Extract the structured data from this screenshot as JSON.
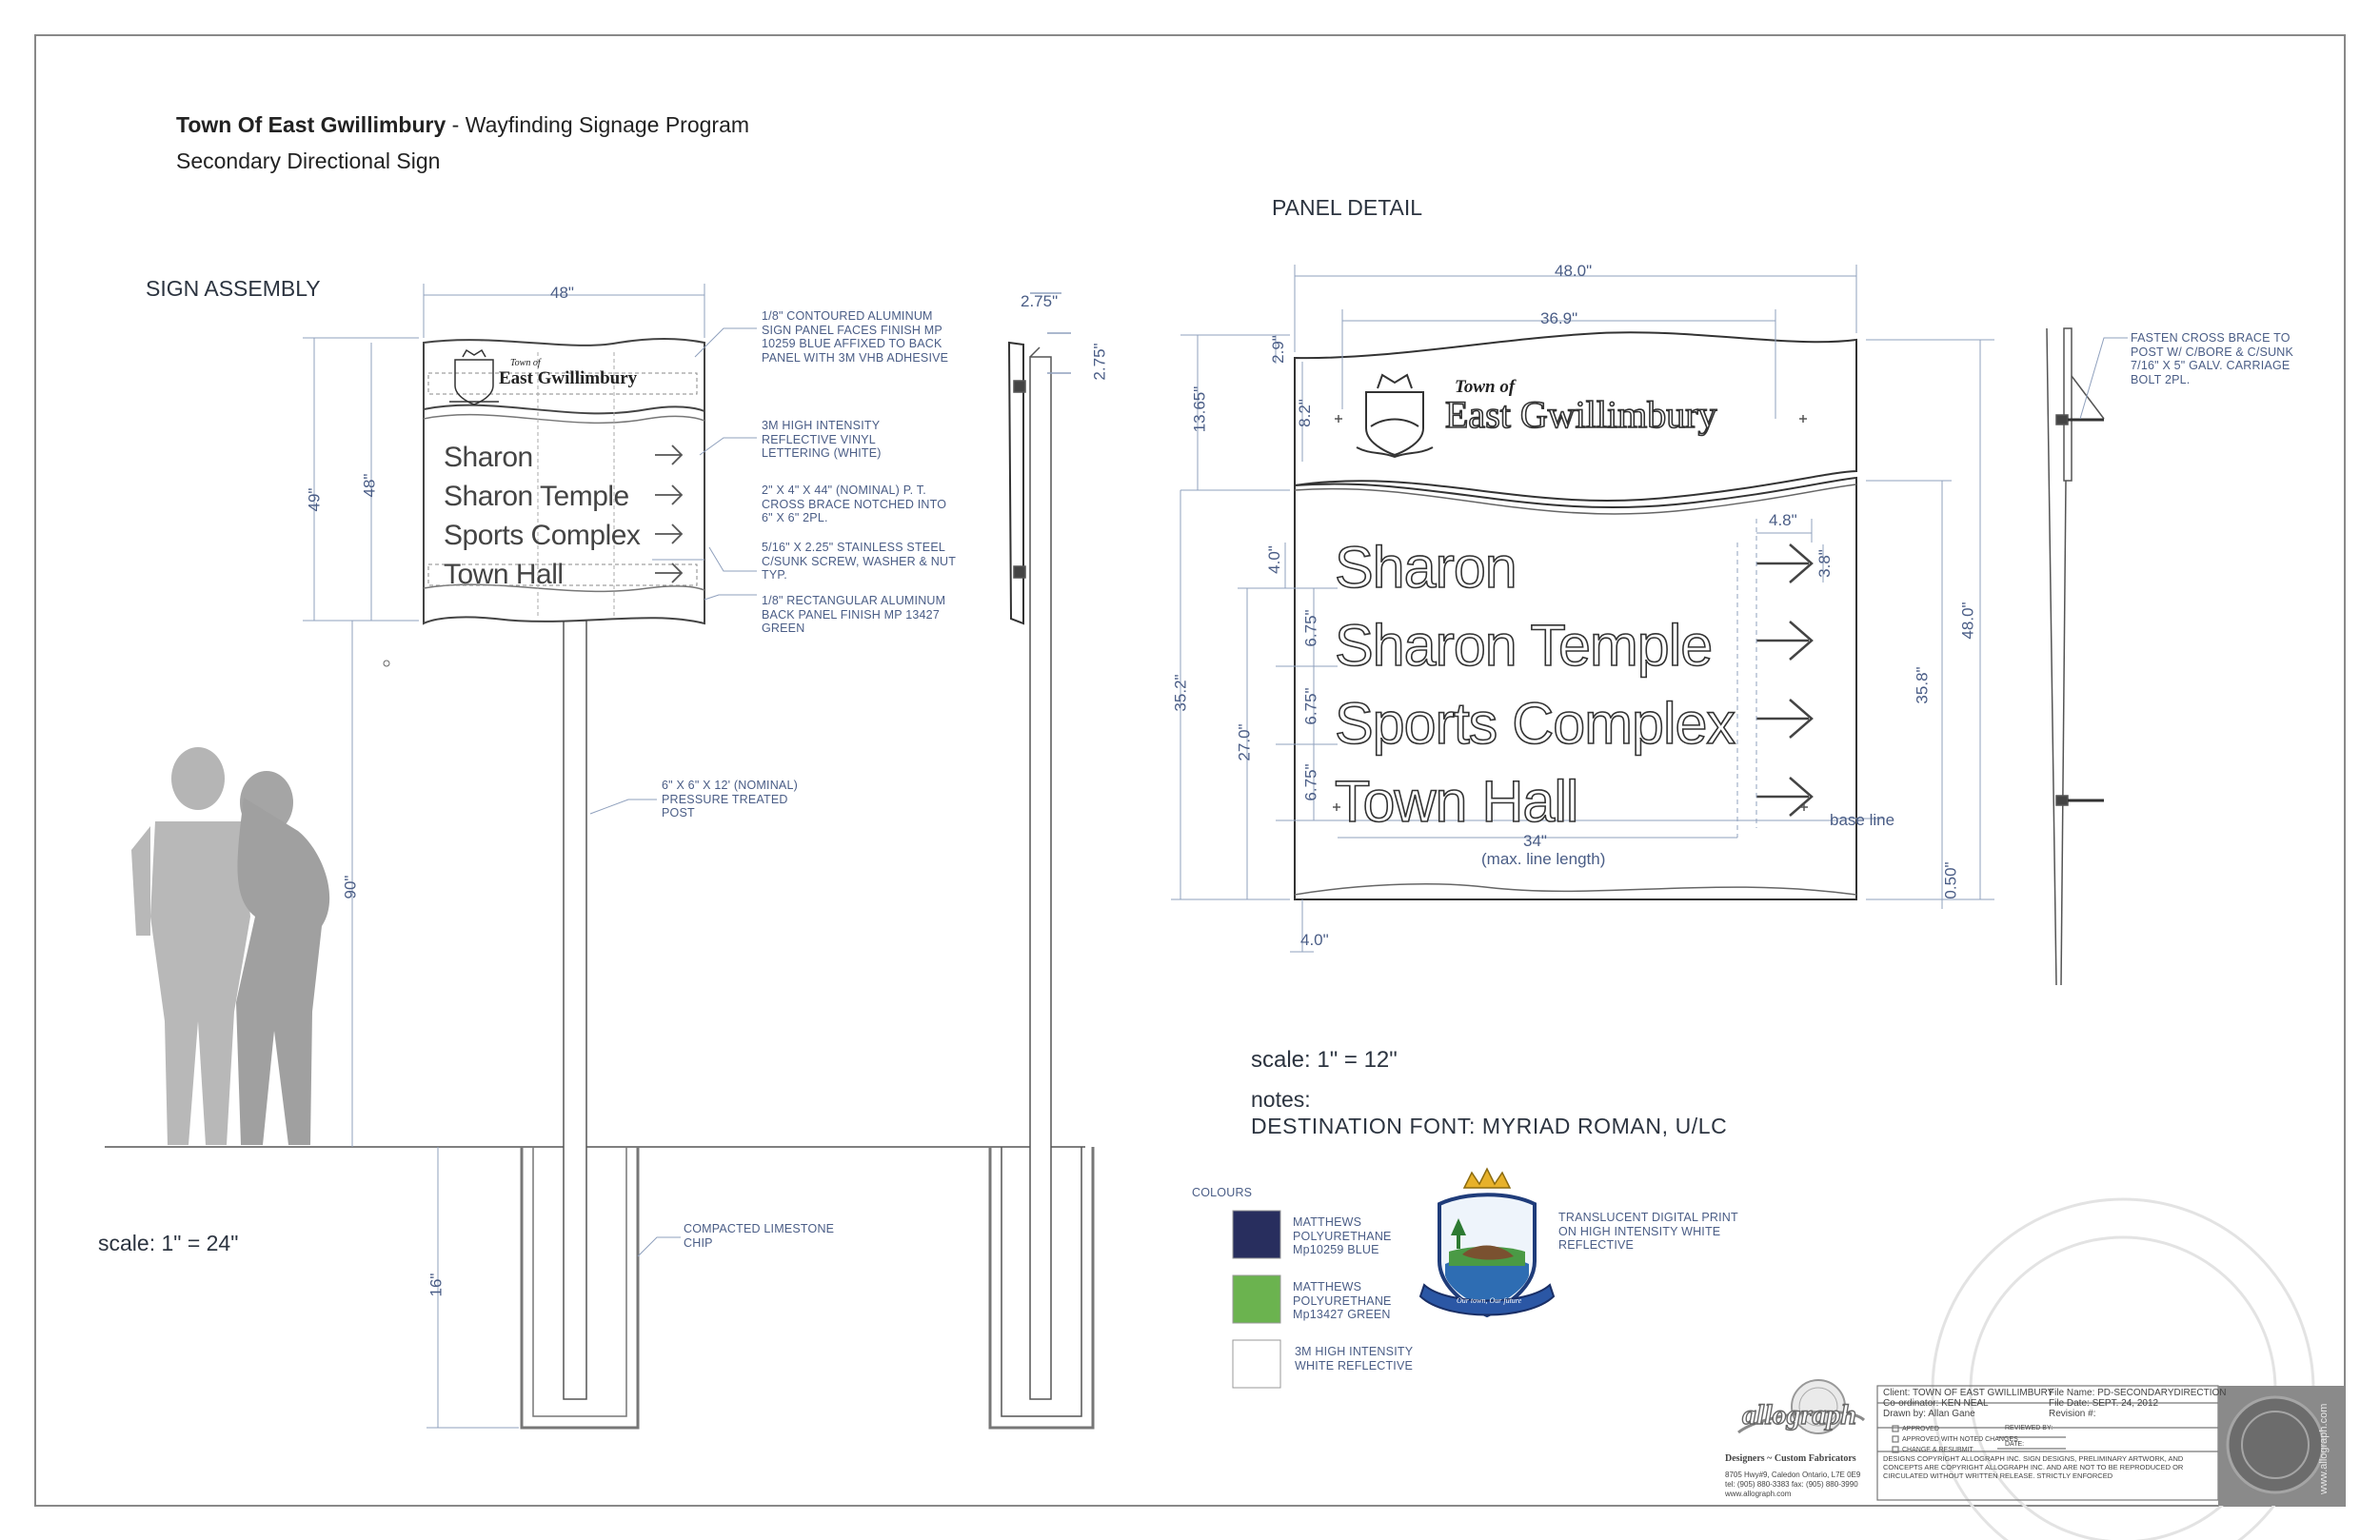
{
  "header": {
    "town": "Town Of East Gwillimbury",
    "program": " - Wayfinding Signage Program",
    "subtitle": "Secondary Directional Sign"
  },
  "sign_assembly": {
    "title": "SIGN ASSEMBLY",
    "scale": "scale: 1\" = 24\"",
    "dims": {
      "width": "48\"",
      "overall_height": "49\"",
      "panel_height": "48\"",
      "post_height": "90\"",
      "embed_depth": "16\"",
      "side_top": "2.75\"",
      "side_right": "2.75\""
    },
    "logo": {
      "town_of": "Town of",
      "name": "East Gwillimbury"
    },
    "destinations": [
      "Sharon",
      "Sharon Temple",
      "Sports Complex",
      "Town Hall"
    ],
    "notes": [
      "1/8\" CONTOURED ALUMINUM SIGN PANEL FACES FINISH MP 10259 BLUE AFFIXED TO BACK PANEL WITH 3M VHB ADHESIVE",
      "3M HIGH INTENSITY REFLECTIVE VINYL LETTERING (WHITE)",
      "2\" X 4\" X 44\" (NOMINAL) P. T. CROSS BRACE NOTCHED INTO 6\" X 6\"  2PL.",
      "5/16\" X 2.25\" STAINLESS STEEL C/SUNK SCREW, WASHER & NUT TYP.",
      "1/8\" RECTANGULAR ALUMINUM BACK PANEL FINISH MP 13427 GREEN",
      "6\" X 6\" X 12' (NOMINAL) PRESSURE TREATED POST",
      "COMPACTED LIMESTONE CHIP"
    ]
  },
  "panel_detail": {
    "title": "PANEL DETAIL",
    "scale": "scale: 1\" = 12\"",
    "dims": {
      "width": "48.0\"",
      "header_width": "36.9\"",
      "top_margin": "2.9\"",
      "logo_height": "8.2\"",
      "header_height": "13.65\"",
      "line1": "4.0\"",
      "spacing1": "6.75\"",
      "spacing2": "6.75\"",
      "spacing3": "6.75\"",
      "lower_height": "35.2\"",
      "text_block": "27.0\"",
      "bottom_margin": "4.0\"",
      "arrow_width": "4.8\"",
      "arrow_height": "3.8\"",
      "line_length": "34\"",
      "line_length_note": "(max. line length)",
      "back_height": "35.8\"",
      "total_height": "48.0\"",
      "base_offset": "0.50\"",
      "base_line": "base line"
    },
    "side_note": "FASTEN CROSS BRACE TO POST W/ C/BORE & C/SUNK 7/16\" X 5\" GALV. CARRIAGE BOLT 2PL."
  },
  "notes": {
    "label": "notes:",
    "font": "DESTINATION FONT: MYRIAD ROMAN, U/LC"
  },
  "colours": {
    "title": "COLOURS",
    "items": [
      {
        "label": "MATTHEWS POLYURETHANE Mp10259 BLUE",
        "color": "#282e5e"
      },
      {
        "label": "MATTHEWS POLYURETHANE Mp13427 GREEN",
        "color": "#6bb34f"
      },
      {
        "label": "3M HIGH INTENSITY WHITE REFLECTIVE",
        "color": "#ffffff"
      }
    ],
    "print_note": "TRANSLUCENT DIGITAL PRINT ON HIGH INTENSITY WHITE REFLECTIVE",
    "crest_motto": "Our town, Our future"
  },
  "title_block": {
    "company": "allograph",
    "tagline": "Designers ~ Custom Fabricators",
    "address": [
      "8705 Hwy#9, Caledon Ontario, L7E 0E9",
      "tel: (905) 880-3383   fax: (905) 880-3990",
      "www.allograph.com"
    ],
    "client": "Client: TOWN OF EAST GWILLIMBURY",
    "file_name": "File Name: PD-SECONDARYDIRECTION",
    "coordinator": "Co-ordinator: KEN NEAL",
    "file_date": "File Date: SEPT. 24, 2012",
    "drawn_by": "Drawn by: Allan Gane",
    "revision": "Revision #:",
    "checks": [
      "APPROVED",
      "APPROVED WITH NOTED CHANGES",
      "CHANGE & RESUBMIT"
    ],
    "reviewed_by": "REVIEWED BY:",
    "date": "DATE:",
    "copyright": "DESIGNS COPYRIGHT ALLOGRAPH INC. SIGN DESIGNS, PRELIMINARY ARTWORK, AND CONCEPTS ARE COPYRIGHT ALLOGRAPH INC. AND ARE NOT TO BE REPRODUCED OR CIRCULATED WITHOUT WRITTEN RELEASE. STRICTLY ENFORCED",
    "website": "www.allograph.com"
  }
}
